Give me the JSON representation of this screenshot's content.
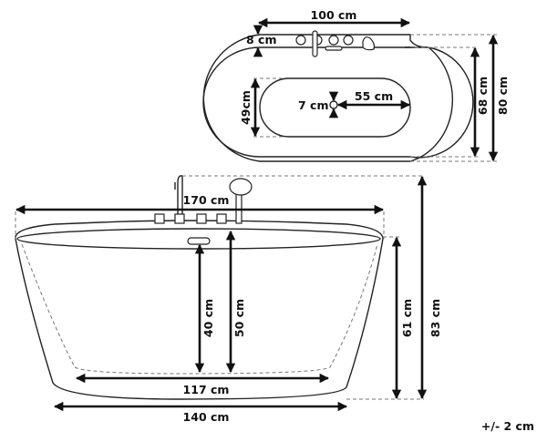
{
  "top_view": {
    "length_label": "100 cm",
    "rim_label": "8 cm",
    "basin_width_label": "49cm",
    "drain_label": "7 cm",
    "drain_offset_label": "55 cm",
    "inner_width_label": "68 cm",
    "outer_width_label": "80 cm"
  },
  "front_view": {
    "total_length_label": "170 cm",
    "inner_depth_label": "40 cm",
    "overflow_height_label": "50 cm",
    "bottom_inner_label": "117 cm",
    "bottom_length_label": "140 cm",
    "tub_height_label": "61 cm",
    "total_height_label": "83 cm"
  },
  "tolerance": "+/- 2 cm"
}
